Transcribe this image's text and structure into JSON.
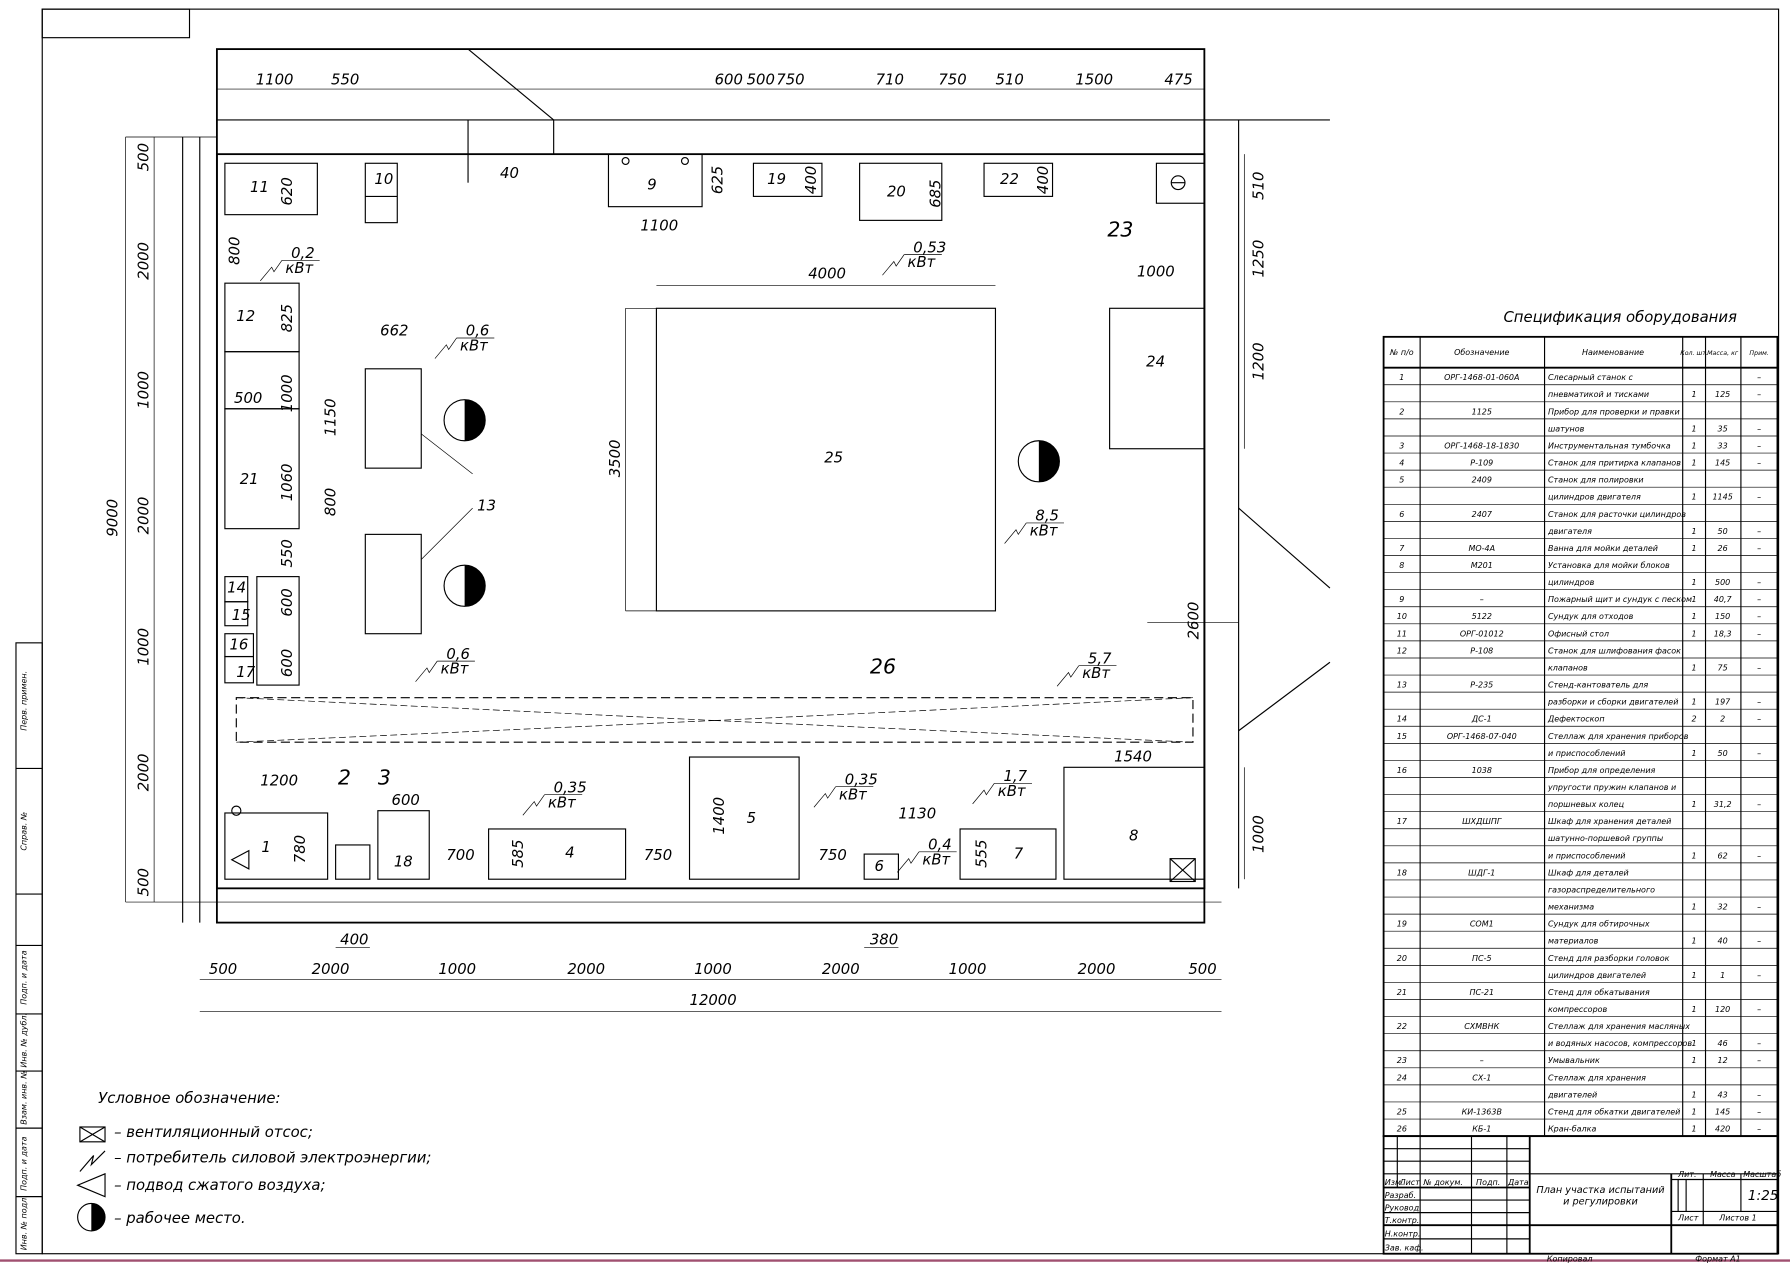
{
  "spec_title": "Спецификация оборудования",
  "spec_headers": [
    "№ п/о",
    "Обозначение",
    "Наименование",
    "Кол. шт.",
    "Масса, кг",
    "Прим."
  ],
  "spec_rows": [
    [
      "1",
      "ОРГ-1468-01-060А",
      "Слесарный станок с",
      "",
      "",
      "–"
    ],
    [
      "",
      "",
      "пневматикой и тисками",
      "1",
      "125",
      "–"
    ],
    [
      "2",
      "1125",
      "Прибор для проверки и правки",
      "",
      "",
      ""
    ],
    [
      "",
      "",
      "шатунов",
      "1",
      "35",
      "–"
    ],
    [
      "3",
      "ОРГ-1468-18-1830",
      "Инструментальная тумбочка",
      "1",
      "33",
      "–"
    ],
    [
      "4",
      "Р-109",
      "Станок для притирка клапанов",
      "1",
      "145",
      "–"
    ],
    [
      "5",
      "2409",
      "Станок для полировки",
      "",
      "",
      ""
    ],
    [
      "",
      "",
      "цилиндров двигателя",
      "1",
      "1145",
      "–"
    ],
    [
      "6",
      "2407",
      "Станок для расточки цилиндров",
      "",
      "",
      ""
    ],
    [
      "",
      "",
      "двигателя",
      "1",
      "50",
      "–"
    ],
    [
      "7",
      "МО-4А",
      "Ванна для мойки деталей",
      "1",
      "26",
      "–"
    ],
    [
      "8",
      "М201",
      "Установка для мойки блоков",
      "",
      "",
      ""
    ],
    [
      "",
      "",
      "цилиндров",
      "1",
      "500",
      "–"
    ],
    [
      "9",
      "–",
      "Пожарный щит и сундук с песком",
      "1",
      "40,7",
      "–"
    ],
    [
      "10",
      "5122",
      "Сундук для отходов",
      "1",
      "150",
      "–"
    ],
    [
      "11",
      "ОРГ-01012",
      "Офисный стол",
      "1",
      "18,3",
      "–"
    ],
    [
      "12",
      "Р-108",
      "Станок для шлифования фасок",
      "",
      "",
      ""
    ],
    [
      "",
      "",
      "клапанов",
      "1",
      "75",
      "–"
    ],
    [
      "13",
      "Р-235",
      "Стенд-кантователь для",
      "",
      "",
      ""
    ],
    [
      "",
      "",
      "разборки и сборки двигателей",
      "1",
      "197",
      "–"
    ],
    [
      "14",
      "ДС-1",
      "Дефектоскоп",
      "2",
      "2",
      "–"
    ],
    [
      "15",
      "ОРГ-1468-07-040",
      "Стеллаж для хранения приборов",
      "",
      "",
      ""
    ],
    [
      "",
      "",
      "и приспособлений",
      "1",
      "50",
      "–"
    ],
    [
      "16",
      "1038",
      "Прибор для определения",
      "",
      "",
      ""
    ],
    [
      "",
      "",
      "упругости пружин клапанов и",
      "",
      "",
      ""
    ],
    [
      "",
      "",
      "поршневых колец",
      "1",
      "31,2",
      "–"
    ],
    [
      "17",
      "ШХДШПГ",
      "Шкаф для хранения деталей",
      "",
      "",
      ""
    ],
    [
      "",
      "",
      "шатунно-поршевой группы",
      "",
      "",
      ""
    ],
    [
      "",
      "",
      "и приспособлений",
      "1",
      "62",
      "–"
    ],
    [
      "18",
      "ШДГ-1",
      "Шкаф для деталей",
      "",
      "",
      ""
    ],
    [
      "",
      "",
      "газораспределительного",
      "",
      "",
      ""
    ],
    [
      "",
      "",
      "механизма",
      "1",
      "32",
      "–"
    ],
    [
      "19",
      "СОМ1",
      "Сундук для обтирочных",
      "",
      "",
      ""
    ],
    [
      "",
      "",
      "материалов",
      "1",
      "40",
      "–"
    ],
    [
      "20",
      "ПС-5",
      "Стенд для разборки головок",
      "",
      "",
      ""
    ],
    [
      "",
      "",
      "цилиндров двигателей",
      "1",
      "1",
      "–"
    ],
    [
      "21",
      "ПС-21",
      "Стенд для обкатывания",
      "",
      "",
      ""
    ],
    [
      "",
      "",
      "компрессоров",
      "1",
      "120",
      "–"
    ],
    [
      "22",
      "СХМВНК",
      "Стеллаж для хранения масляных",
      "",
      "",
      ""
    ],
    [
      "",
      "",
      "и водяных насосов, компрессоров",
      "1",
      "46",
      "–"
    ],
    [
      "23",
      "–",
      "Умывальник",
      "1",
      "12",
      "–"
    ],
    [
      "24",
      "СХ-1",
      "Стеллаж для хранения",
      "",
      "",
      ""
    ],
    [
      "",
      "",
      "двигателей",
      "1",
      "43",
      "–"
    ],
    [
      "25",
      "КИ-1363В",
      "Стенд для обкатки двигателей",
      "1",
      "145",
      "–"
    ],
    [
      "26",
      "КБ-1",
      "Кран-балка",
      "1",
      "420",
      "–"
    ]
  ],
  "title_block": {
    "cols": [
      "Изм.",
      "Лист",
      "№ докум.",
      "Подп.",
      "Дата"
    ],
    "roles": [
      "Разраб.",
      "Руковод.",
      "Т.контр.",
      "Н.контр.",
      "Зав. каф."
    ],
    "title_1": "План участка испытаний",
    "title_2": "и регулировки",
    "lit": "Лит.",
    "mass": "Масса",
    "scale_label": "Масштаб",
    "scale": "1:25",
    "sheet": "Лист",
    "sheets": "Листов 1",
    "copied": "Копировал",
    "format": "Формат А1"
  },
  "side_stamps": [
    "Перв. примен.",
    "Справ. №",
    "Подп. и дата",
    "Инв. № дубл.",
    "Взам. инв. №",
    "Подп. и дата",
    "Инв. № подл."
  ],
  "legend": {
    "title": "Условное обозначение:",
    "items": [
      "– вентиляционный отсос;",
      "– потребитель силовой электроэнергии;",
      "– подвод сжатого воздуха;",
      "– рабочее место."
    ]
  },
  "items": [
    "1",
    "2",
    "3",
    "4",
    "5",
    "6",
    "7",
    "8",
    "9",
    "10",
    "11",
    "12",
    "13",
    "14",
    "15",
    "16",
    "17",
    "18",
    "19",
    "20",
    "21",
    "22",
    "23",
    "24",
    "25",
    "26"
  ],
  "power": [
    "0,2",
    "0,53",
    "0,6",
    "8,5",
    "0,6",
    "5,7",
    "0,35",
    "0,35",
    "1,7",
    "0,4"
  ],
  "power_unit": "кВт",
  "dims_top": [
    "1100",
    "550",
    "600",
    "500",
    "750",
    "710",
    "750",
    "510",
    "1500",
    "475"
  ],
  "dims_left": [
    "500",
    "2000",
    "1000",
    "2000",
    "1000",
    "2000",
    "500",
    "9000"
  ],
  "dims_bottom": [
    "500",
    "2000",
    "1000",
    "2000",
    "1000",
    "2000",
    "1000",
    "2000",
    "500",
    "12000"
  ],
  "dims_inner": [
    "400",
    "380",
    "1200",
    "600",
    "700",
    "750",
    "750",
    "1130",
    "1540",
    "40",
    "1100",
    "4000",
    "1000",
    "662",
    "500"
  ],
  "dims_rot": [
    "3500",
    "1150",
    "800",
    "800",
    "620",
    "825",
    "1000",
    "1060",
    "550",
    "600",
    "600",
    "625",
    "400",
    "685",
    "400",
    "510",
    "1250",
    "1200",
    "2600",
    "585",
    "1400",
    "555",
    "780",
    "1000"
  ]
}
